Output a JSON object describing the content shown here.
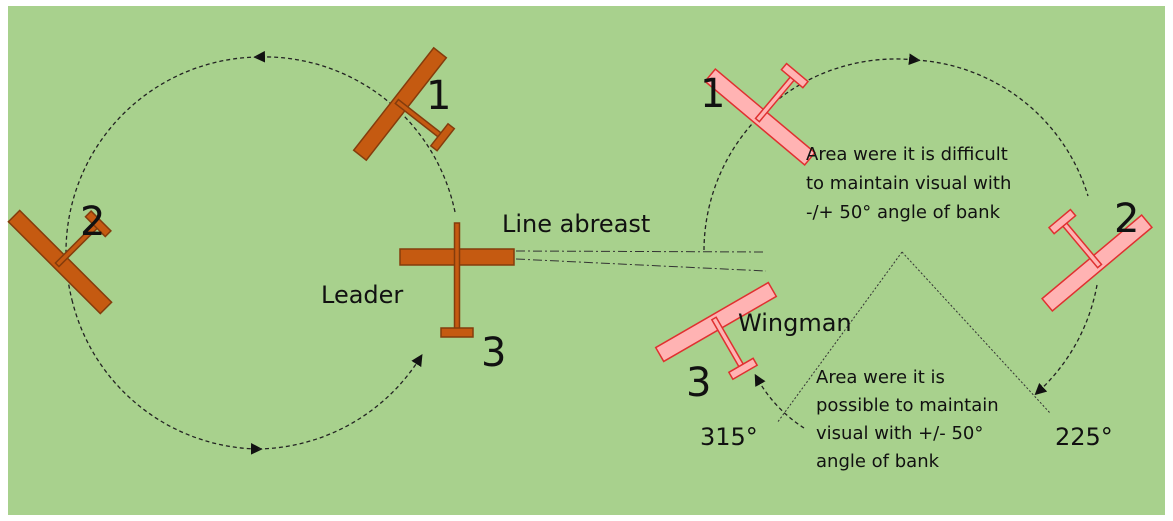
{
  "colors": {
    "background": "#a8d18d",
    "leader_plane_fill": "#c55a11",
    "leader_plane_stroke": "#843c0c",
    "wingman_plane_fill": "#ffb3b3",
    "wingman_plane_stroke": "#e03030",
    "path_line": "#222222"
  },
  "leader_circle": {
    "positions": [
      {
        "number": "1",
        "icon": "glider-icon"
      },
      {
        "number": "2",
        "icon": "glider-icon"
      },
      {
        "number": "3",
        "icon": "glider-icon"
      }
    ],
    "leader_label": "Leader"
  },
  "wingman_circle": {
    "positions": [
      {
        "number": "1",
        "icon": "glider-icon"
      },
      {
        "number": "2",
        "icon": "glider-icon"
      },
      {
        "number": "3",
        "icon": "glider-icon"
      }
    ],
    "wingman_label": "Wingman",
    "angle_left": "315°",
    "angle_right": "225°"
  },
  "line_abreast_label": "Line abreast",
  "difficult_area_note": [
    "Area were it is difficult",
    "to maintain visual with",
    "-/+ 50° angle of bank"
  ],
  "possible_area_note": [
    "Area were it is",
    "possible to maintain",
    "visual with +/- 50°",
    "angle of bank"
  ]
}
